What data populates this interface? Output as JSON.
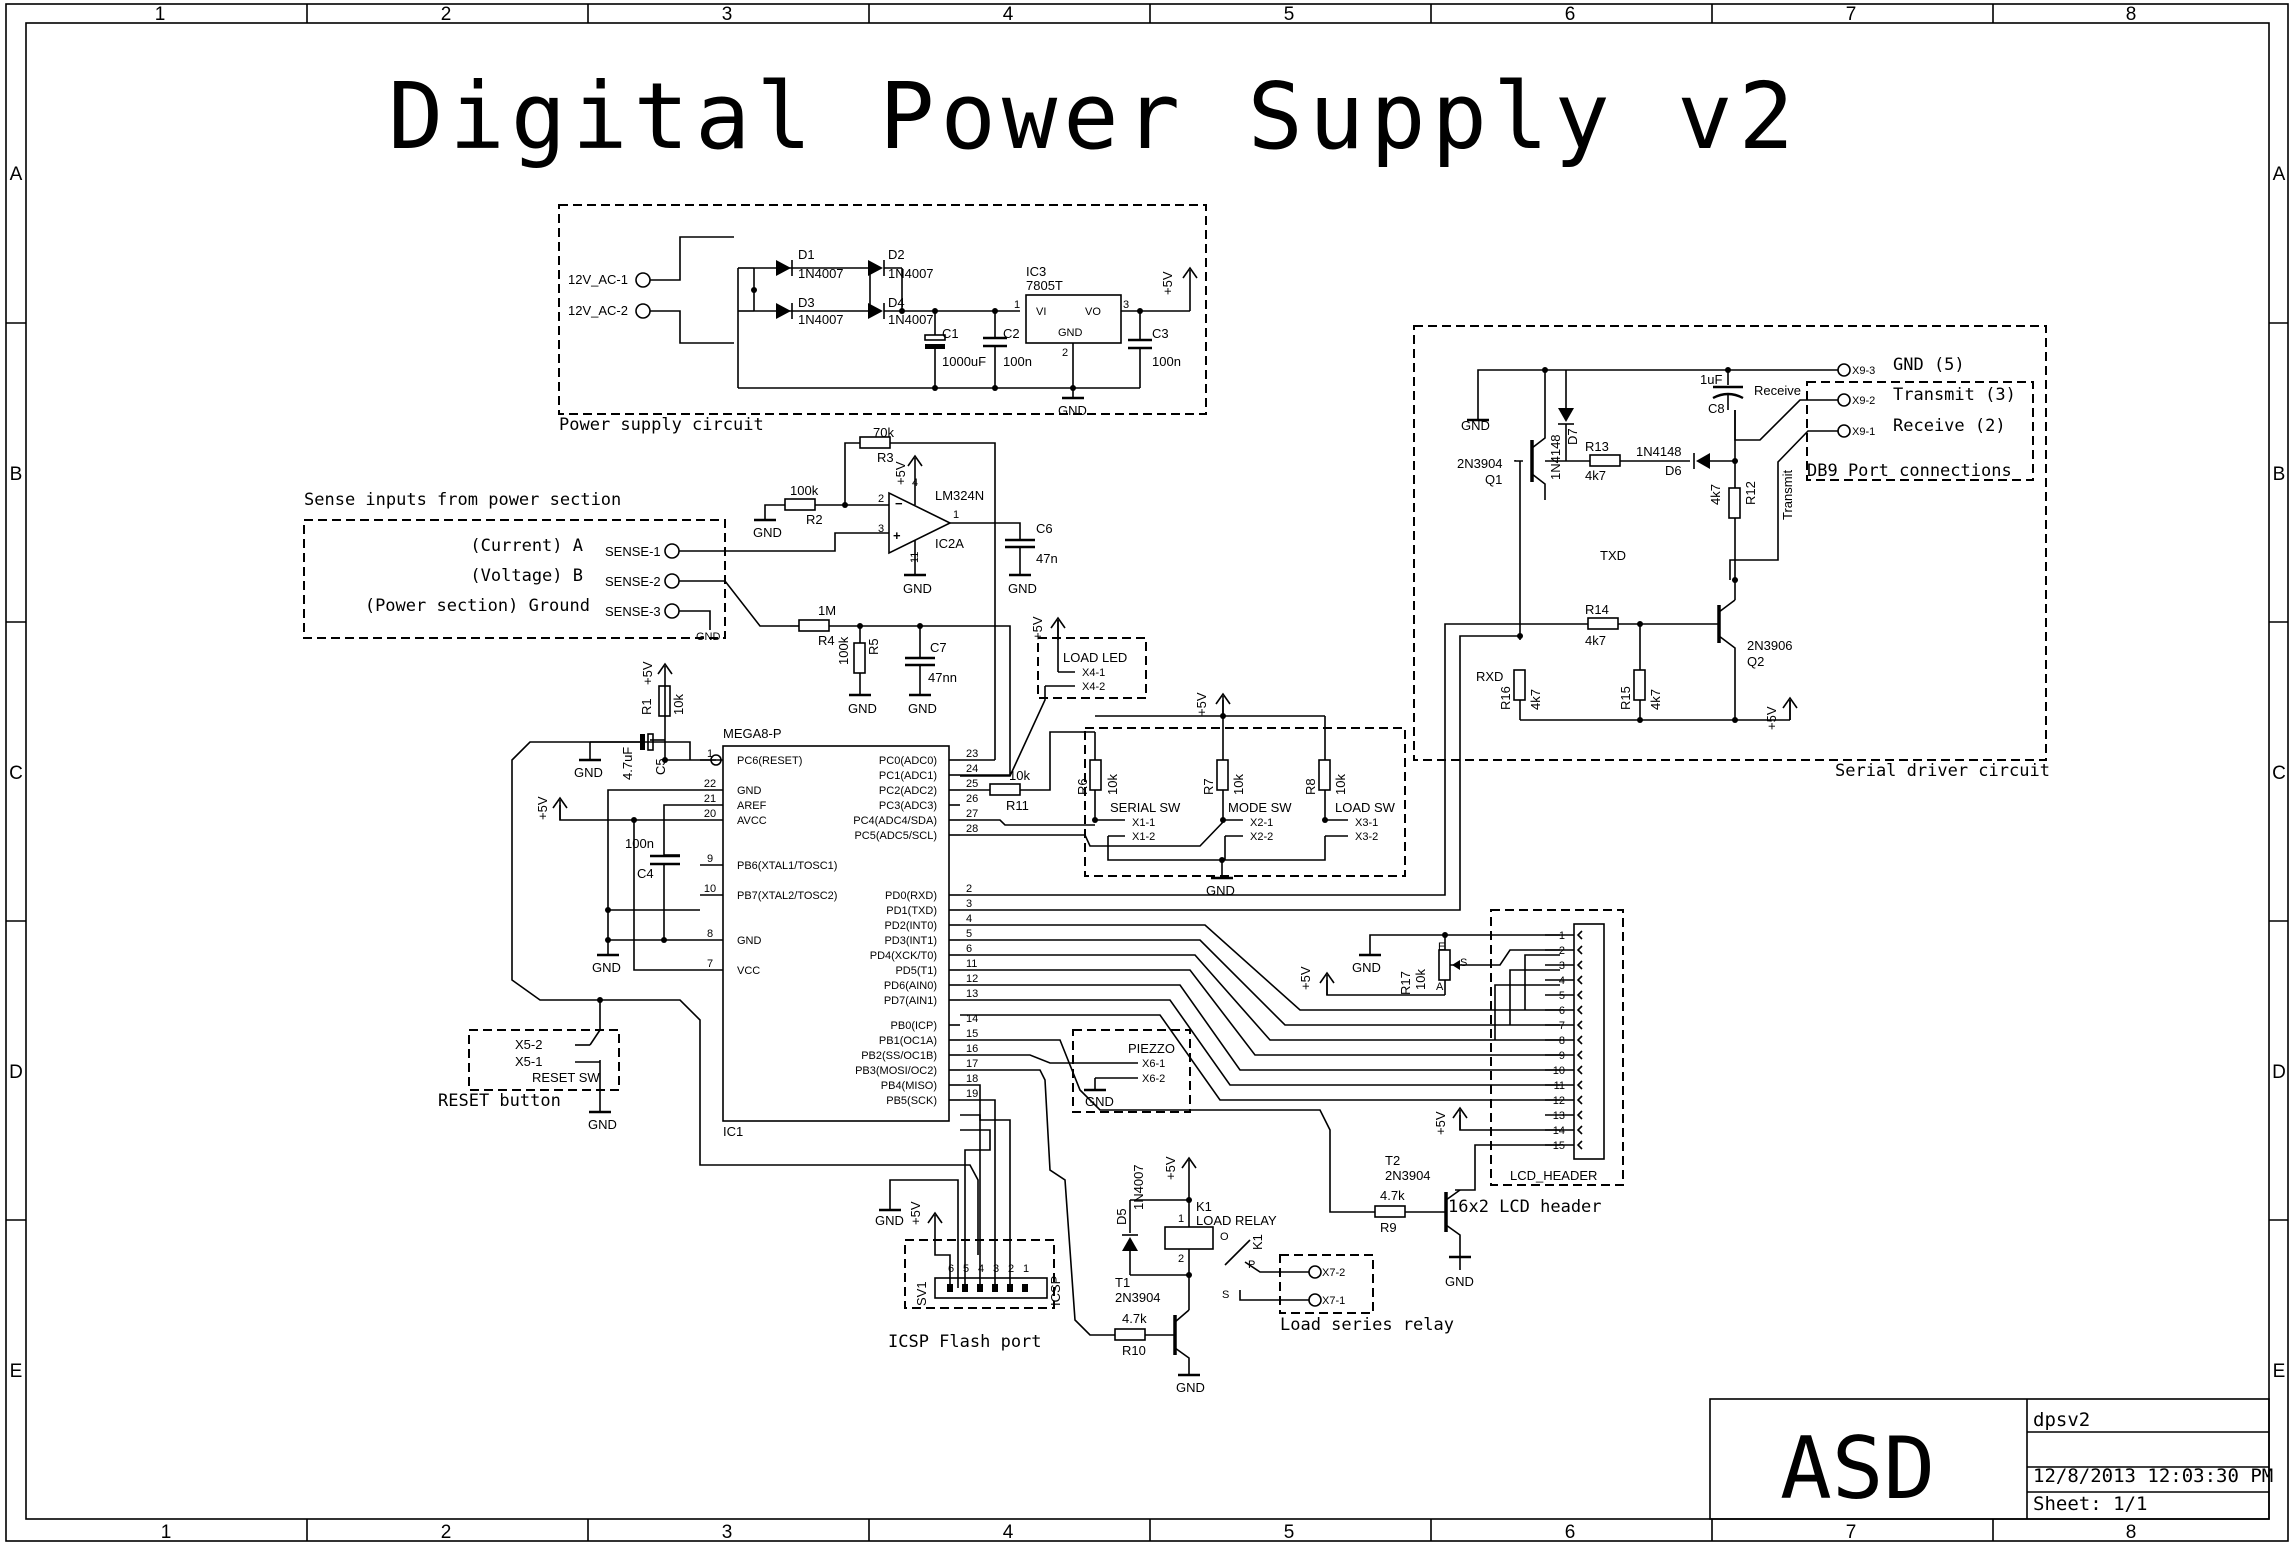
{
  "title": "Digital Power Supply v2",
  "grid": {
    "columns": [
      "1",
      "2",
      "3",
      "4",
      "5",
      "6",
      "7",
      "8"
    ],
    "rows": [
      "A",
      "B",
      "C",
      "D",
      "E"
    ]
  },
  "sections": {
    "power_supply": "Power supply circuit",
    "sense": "Sense inputs from power section",
    "serial": "Serial driver circuit",
    "db9": "DB9 Port connections",
    "lcd": "16x2 LCD header",
    "icsp": "ICSP Flash port",
    "reset": "RESET button",
    "relay": "Load series relay"
  },
  "power": {
    "ac1": "12V_AC-1",
    "ac2": "12V_AC-2",
    "d1": "D1",
    "d1v": "1N4007",
    "d2": "D2",
    "d2v": "1N4007",
    "d3": "D3",
    "d3v": "1N4007",
    "d4": "D4",
    "d4v": "1N4007",
    "c1": "C1",
    "c1v": "1000uF",
    "c2": "C2",
    "c2v": "100n",
    "c3": "C3",
    "c3v": "100n",
    "ic3": "IC3",
    "ic3v": "7805T",
    "vi": "VI",
    "vo": "VO",
    "gnd_pin": "GND",
    "p1": "1",
    "p2": "2",
    "p3": "3",
    "vcc": "+5V",
    "gnd": "GND"
  },
  "sense": {
    "current": "(Current) A",
    "voltage": "(Voltage) B",
    "ground": "(Power section) Ground",
    "s1": "SENSE-1",
    "s2": "SENSE-2",
    "s3": "SENSE-3",
    "gnd": "GND"
  },
  "opamp": {
    "r3": "R3",
    "r3v": "70k",
    "r2": "R2",
    "r2v": "100k",
    "ic": "LM324N",
    "ic2a": "IC2A",
    "c6": "C6",
    "c6v": "47n",
    "r4": "R4",
    "r4v": "1M",
    "r5": "R5",
    "r5v": "100k",
    "c7": "C7",
    "c7v": "47nn",
    "p1": "1",
    "p2": "2",
    "p3": "3",
    "p4": "4",
    "p11": "11",
    "vcc": "+5V",
    "gnd": "GND"
  },
  "mcu": {
    "name": "MEGA8-P",
    "ref": "IC1",
    "left_pins": [
      {
        "num": "1",
        "name": "PC6(RESET)"
      },
      {
        "num": "22",
        "name": "GND"
      },
      {
        "num": "21",
        "name": "AREF"
      },
      {
        "num": "20",
        "name": "AVCC"
      },
      {
        "num": "9",
        "name": "PB6(XTAL1/TOSC1)"
      },
      {
        "num": "10",
        "name": "PB7(XTAL2/TOSC2)"
      },
      {
        "num": "8",
        "name": "GND"
      },
      {
        "num": "7",
        "name": "VCC"
      }
    ],
    "right_pins": [
      {
        "num": "23",
        "name": "PC0(ADC0)"
      },
      {
        "num": "24",
        "name": "PC1(ADC1)"
      },
      {
        "num": "25",
        "name": "PC2(ADC2)"
      },
      {
        "num": "26",
        "name": "PC3(ADC3)"
      },
      {
        "num": "27",
        "name": "PC4(ADC4/SDA)"
      },
      {
        "num": "28",
        "name": "PC5(ADC5/SCL)"
      },
      {
        "num": "2",
        "name": "PD0(RXD)"
      },
      {
        "num": "3",
        "name": "PD1(TXD)"
      },
      {
        "num": "4",
        "name": "PD2(INT0)"
      },
      {
        "num": "5",
        "name": "PD3(INT1)"
      },
      {
        "num": "6",
        "name": "PD4(XCK/T0)"
      },
      {
        "num": "11",
        "name": "PD5(T1)"
      },
      {
        "num": "12",
        "name": "PD6(AIN0)"
      },
      {
        "num": "13",
        "name": "PD7(AIN1)"
      },
      {
        "num": "14",
        "name": "PB0(ICP)"
      },
      {
        "num": "15",
        "name": "PB1(OC1A)"
      },
      {
        "num": "16",
        "name": "PB2(SS/OC1B)"
      },
      {
        "num": "17",
        "name": "PB3(MOSI/OC2)"
      },
      {
        "num": "18",
        "name": "PB4(MISO)"
      },
      {
        "num": "19",
        "name": "PB5(SCK)"
      }
    ]
  },
  "reset_parts": {
    "r1": "R1",
    "r1v": "10k",
    "c5": "C5",
    "c5v": "4.7uF",
    "c4": "C4",
    "c4v": "100n",
    "x52": "X5-2",
    "x51": "X5-1",
    "sw": "RESET SW",
    "vcc": "+5V",
    "gnd": "GND"
  },
  "switches": {
    "r11": "R11",
    "r11v": "10k",
    "r6": "R6",
    "r6v": "10k",
    "r7": "R7",
    "r7v": "10k",
    "r8": "R8",
    "r8v": "10k",
    "serial_sw": "SERIAL SW",
    "mode_sw": "MODE SW",
    "load_sw": "LOAD SW",
    "x11": "X1-1",
    "x12": "X1-2",
    "x21": "X2-1",
    "x22": "X2-2",
    "x31": "X3-1",
    "x32": "X3-2",
    "load_led": "LOAD LED",
    "x41": "X4-1",
    "x42": "X4-2",
    "vcc": "+5V",
    "gnd": "GND"
  },
  "serial": {
    "q1": "Q1",
    "q1v": "2N3904",
    "q2": "Q2",
    "q2v": "2N3906",
    "d7": "D7",
    "d7v": "1N4148",
    "d6": "D6",
    "d6v": "1N4148",
    "r13": "R13",
    "r13v": "4k7",
    "r12": "R12",
    "r12v": "4k7",
    "r14": "R14",
    "r14v": "4k7",
    "r15": "R15",
    "r15v": "4k7",
    "r16": "R16",
    "r16v": "4k7",
    "c8": "C8",
    "c8v": "1uF",
    "txd": "TXD",
    "rxd": "RXD",
    "receive": "Receive",
    "transmit": "Transmit",
    "x93": "X9-3",
    "x92": "X9-2",
    "x91": "X9-1",
    "db_gnd": "GND (5)",
    "db_tx": "Transmit (3)",
    "db_rx": "Receive (2)",
    "vcc": "+5V",
    "gnd": "GND"
  },
  "lcd": {
    "header": "LCD_HEADER",
    "pins": [
      "1",
      "2",
      "3",
      "4",
      "5",
      "6",
      "7",
      "8",
      "9",
      "10",
      "11",
      "12",
      "13",
      "14",
      "15"
    ],
    "r17": "R17",
    "r17v": "10k",
    "e": "E",
    "s": "S",
    "a": "A",
    "t2": "T2",
    "t2v": "2N3904",
    "r9": "R9",
    "r9v": "4.7k",
    "vcc": "+5V",
    "gnd": "GND"
  },
  "piezo": {
    "name": "PIEZZO",
    "x61": "X6-1",
    "x62": "X6-2",
    "gnd": "GND"
  },
  "icsp": {
    "sv1": "SV1",
    "con": "ICSP",
    "pins": [
      "6",
      "5",
      "4",
      "3",
      "2",
      "1"
    ],
    "vcc": "+5V",
    "gnd": "GND"
  },
  "relay": {
    "d5": "D5",
    "d5v": "1N4007",
    "k1": "K1",
    "k1v": "LOAD RELAY",
    "k1c": "K1",
    "t1": "T1",
    "t1v": "2N3904",
    "r10": "R10",
    "r10v": "4.7k",
    "x72": "X7-2",
    "x71": "X7-1",
    "p1": "1",
    "p2": "2",
    "o": "O",
    "p": "P",
    "s": "S",
    "vcc": "+5V",
    "gnd": "GND"
  },
  "title_block": {
    "logo": "ASD",
    "name": "dpsv2",
    "date": "12/8/2013 12:03:30 PM",
    "sheet": "Sheet: 1/1"
  }
}
